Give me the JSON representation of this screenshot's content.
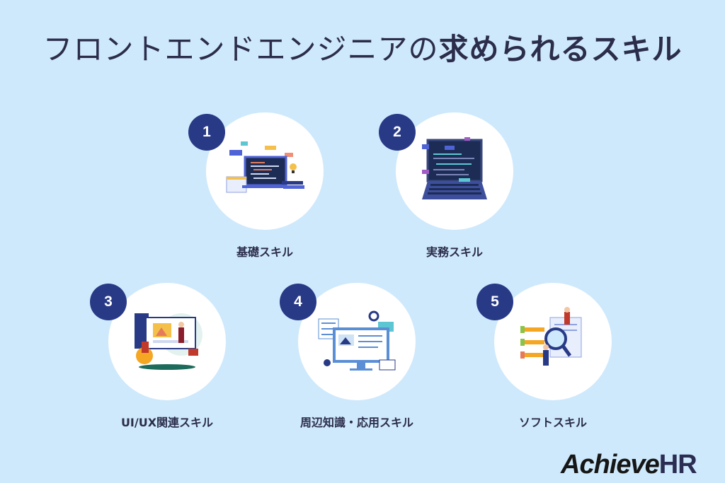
{
  "title": {
    "normal": "フロントエンドエンジニアの",
    "bold": "求められるスキル"
  },
  "skills": [
    {
      "number": "1",
      "label": "基礎スキル",
      "icon": "laptop-code-icon"
    },
    {
      "number": "2",
      "label": "実務スキル",
      "icon": "laptop-php-icon"
    },
    {
      "number": "3",
      "label": "UI/UX関連スキル",
      "icon": "designers-screen-icon"
    },
    {
      "number": "4",
      "label": "周辺知識・応用スキル",
      "icon": "monitor-gears-icon"
    },
    {
      "number": "5",
      "label": "ソフトスキル",
      "icon": "magnifier-people-icon"
    }
  ],
  "logo": {
    "part1": "Achieve",
    "part2": "HR"
  },
  "colors": {
    "background": "#cfe9fc",
    "badge": "#283a86",
    "text": "#2b2d4a"
  }
}
